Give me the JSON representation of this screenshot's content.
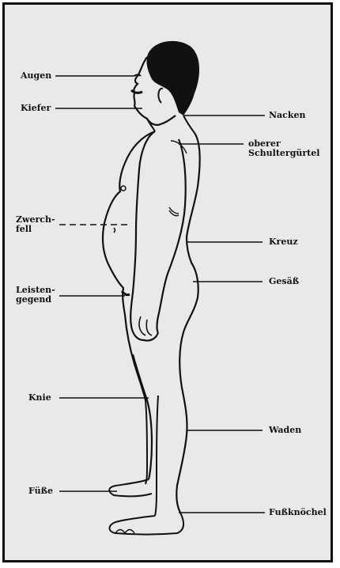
{
  "labels": {
    "augen": "Augen",
    "kiefer": "Kiefer",
    "zwerchfell": "Zwerch-\nfell",
    "leistengegend": "Leisten-\ngegend",
    "knie": "Knie",
    "fuesse": "Füße",
    "nacken": "Nacken",
    "schultergurtel": "oberer\nSchultergürtel",
    "kreuz": "Kreuz",
    "gesaess": "Gesäß",
    "waden": "Waden",
    "fussknoechel": "Fußknöchel"
  },
  "colors": {
    "background": "#e9e9e9",
    "ink": "#111111",
    "border": "#111111"
  }
}
